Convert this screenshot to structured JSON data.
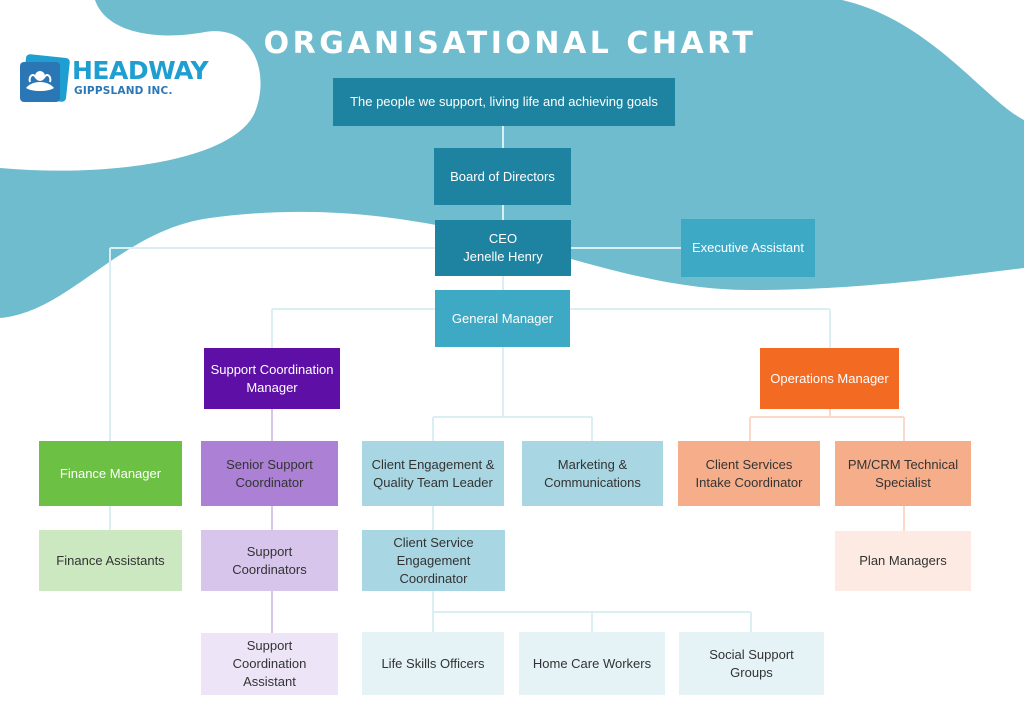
{
  "title": "ORGANISATIONAL CHART",
  "logo": {
    "name": "HEADWAY",
    "subtitle": "GIPPSLAND INC."
  },
  "colors": {
    "background_wave": "#6fbcce",
    "teal_dark": "#1e83a0",
    "teal_mid": "#3ea9c4",
    "teal_light": "#a9d6e3",
    "teal_pale": "#e5f3f6",
    "purple_dark": "#5e0fa6",
    "purple_mid": "#ab80d5",
    "purple_light": "#d7c5ec",
    "purple_pale": "#ede5f7",
    "orange_dark": "#f36a22",
    "orange_mid": "#f6ae8a",
    "orange_pale": "#fdebe3",
    "green_dark": "#6cc043",
    "green_pale": "#cce8c0"
  },
  "nodes": {
    "mission": "The people we support, living life and achieving goals",
    "board": "Board of Directors",
    "ceo": "CEO\nJenelle Henry",
    "exec_assistant": "Executive Assistant",
    "general_manager": "General Manager",
    "support_coord_manager": "Support Coordination\nManager",
    "operations_manager": "Operations Manager",
    "finance_manager": "Finance Manager",
    "senior_support_coord": "Senior Support\nCoordinator",
    "client_engagement_lead": "Client Engagement &\nQuality Team Leader",
    "marketing": "Marketing &\nCommunications",
    "client_services_intake": "Client Services\nIntake Coordinator",
    "pm_crm": "PM/CRM Technical\nSpecialist",
    "finance_assistants": "Finance Assistants",
    "support_coordinators": "Support\nCoordinators",
    "client_service_engagement": "Client Service\nEngagement\nCoordinator",
    "plan_managers": "Plan Managers",
    "support_coord_assistant": "Support\nCoordination\nAssistant",
    "life_skills": "Life Skills Officers",
    "home_care": "Home Care Workers",
    "social_support": "Social Support\nGroups"
  }
}
